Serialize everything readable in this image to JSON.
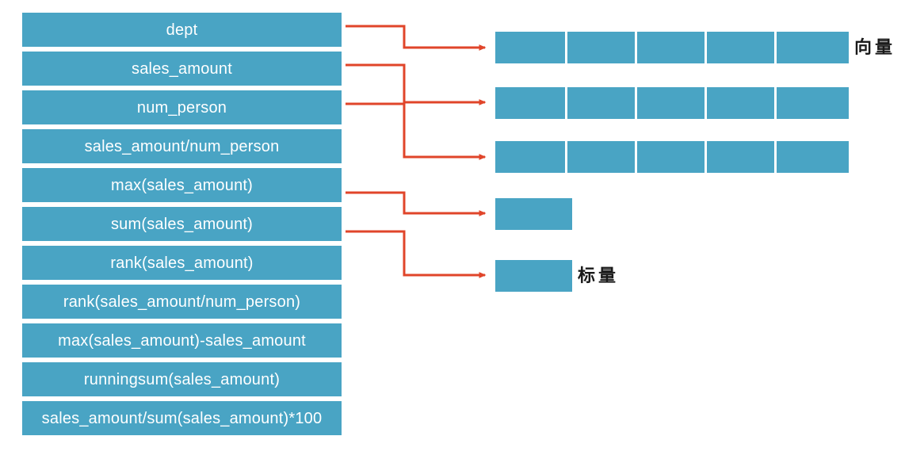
{
  "diagram": {
    "title": "Window function expression result shapes",
    "colors": {
      "box_fill": "#49A4C4",
      "box_text": "#ffffff",
      "connector": "#E0452A",
      "label_text": "#1a1a1a",
      "background": "#ffffff"
    }
  },
  "expressions": {
    "items": [
      {
        "label": "dept",
        "result": "vector"
      },
      {
        "label": "sales_amount",
        "result": "vector"
      },
      {
        "label": "num_person",
        "result": "vector"
      },
      {
        "label": "sales_amount/num_person",
        "result": "vector"
      },
      {
        "label": "max(sales_amount)",
        "result": "scalar"
      },
      {
        "label": "sum(sales_amount)",
        "result": "scalar"
      },
      {
        "label": "rank(sales_amount)",
        "result": ""
      },
      {
        "label": "rank(sales_amount/num_person)",
        "result": ""
      },
      {
        "label": "max(sales_amount)-sales_amount",
        "result": ""
      },
      {
        "label": "runningsum(sales_amount)",
        "result": ""
      },
      {
        "label": "sales_amount/sum(sales_amount)*100",
        "result": ""
      }
    ]
  },
  "outputs": {
    "vector_label": "向量",
    "scalar_label": "标量",
    "rows": [
      {
        "kind": "vector",
        "cells": 5
      },
      {
        "kind": "vector",
        "cells": 5
      },
      {
        "kind": "vector",
        "cells": 5
      },
      {
        "kind": "scalar",
        "cells": 1
      },
      {
        "kind": "scalar",
        "cells": 1
      }
    ]
  }
}
